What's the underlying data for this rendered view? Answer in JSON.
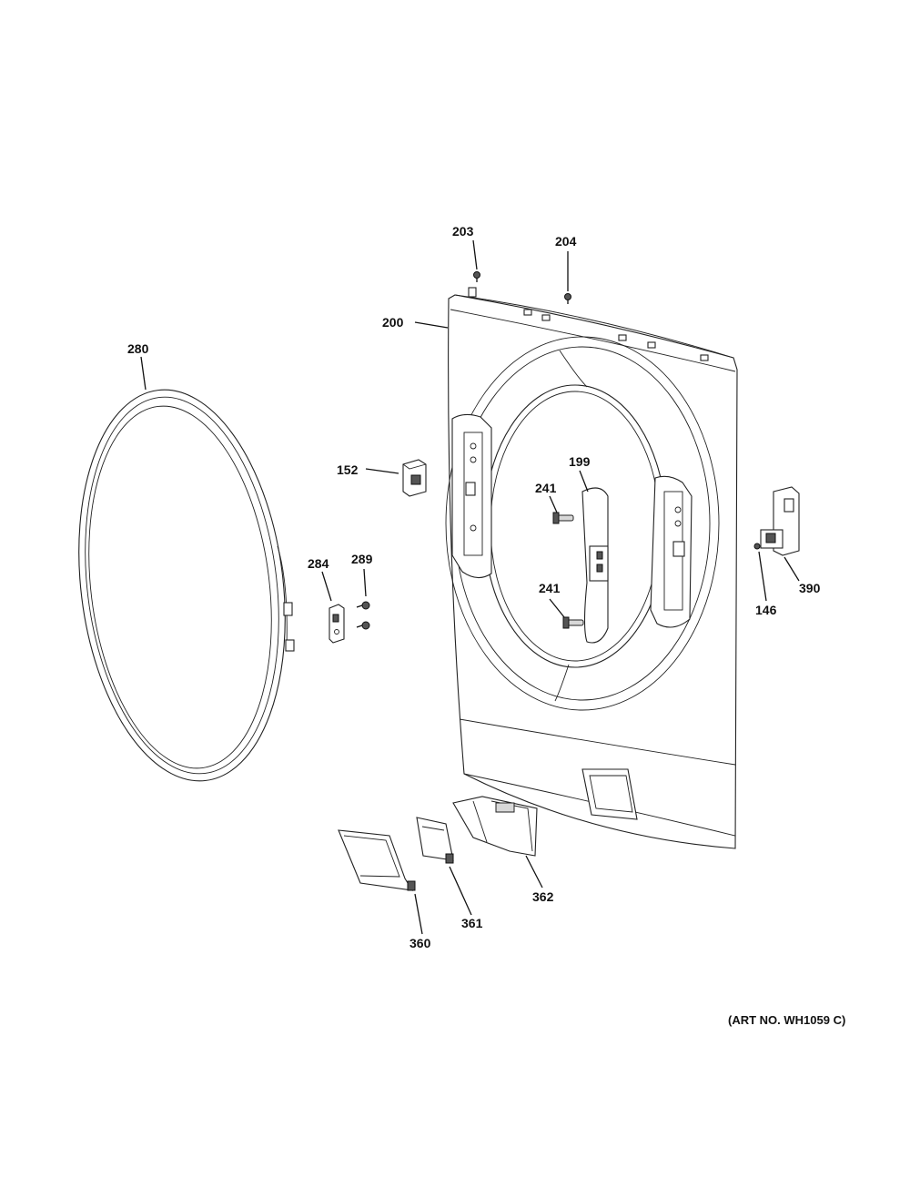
{
  "diagram": {
    "art_number": "(ART NO. WH1059 C)",
    "callouts": {
      "c203": "203",
      "c204": "204",
      "c200": "200",
      "c280": "280",
      "c152": "152",
      "c199": "199",
      "c241a": "241",
      "c241b": "241",
      "c284": "284",
      "c289": "289",
      "c146": "146",
      "c390": "390",
      "c360": "360",
      "c361": "361",
      "c362": "362"
    }
  }
}
